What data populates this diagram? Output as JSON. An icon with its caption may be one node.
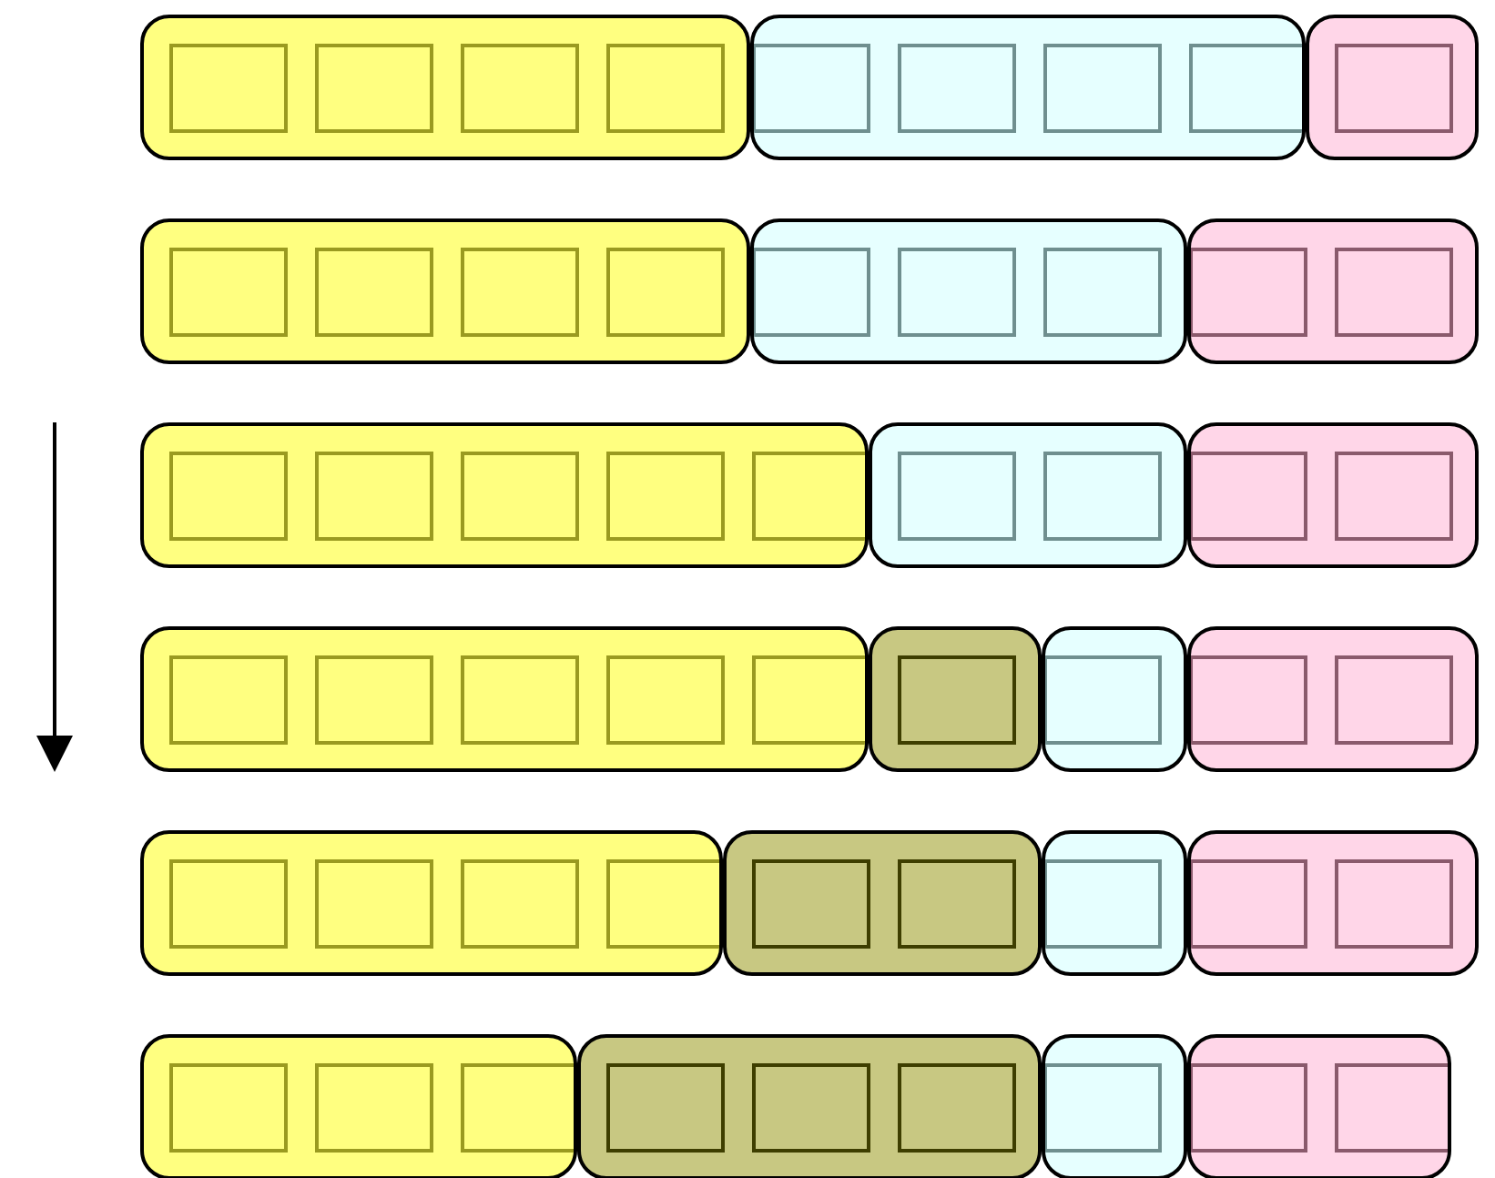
{
  "diagram": {
    "nodes": [
      {
        "text": [],
        "shape": "bar"
      },
      {
        "text": [],
        "shape": "box",
        "in": 0
      },
      {
        "text": [],
        "shape": "box",
        "in": 0
      },
      {
        "text": [],
        "shape": "box",
        "in": 0
      },
      {
        "text": [],
        "shape": "box",
        "in": 0
      },
      {
        "text": [],
        "shape": "bar"
      },
      {
        "text": [],
        "shape": "box",
        "in": 5
      },
      {
        "text": [],
        "shape": "box",
        "in": 5
      },
      {
        "text": [],
        "shape": "box",
        "in": 5
      },
      {
        "text": [],
        "shape": "box",
        "in": 5
      },
      {
        "text": [],
        "shape": "bar"
      },
      {
        "text": [],
        "shape": "box",
        "in": 10
      },
      {
        "text": [],
        "shape": "bar"
      },
      {
        "text": [],
        "shape": "box",
        "in": 12
      },
      {
        "text": [],
        "shape": "box",
        "in": 12
      },
      {
        "text": [],
        "shape": "box",
        "in": 12
      },
      {
        "text": [],
        "shape": "box",
        "in": 12
      },
      {
        "text": [],
        "shape": "bar"
      },
      {
        "text": [],
        "shape": "box",
        "in": 17
      },
      {
        "text": [],
        "shape": "box",
        "in": 17
      },
      {
        "text": [],
        "shape": "box",
        "in": 17
      },
      {
        "text": [],
        "shape": "bar"
      },
      {
        "text": [],
        "shape": "box",
        "in": 21
      },
      {
        "text": [],
        "shape": "box",
        "in": 21
      },
      {
        "text": [],
        "shape": "bar"
      },
      {
        "text": [],
        "shape": "box",
        "in": 24
      },
      {
        "text": [],
        "shape": "box",
        "in": 24
      },
      {
        "text": [],
        "shape": "box",
        "in": 24
      },
      {
        "text": [],
        "shape": "box",
        "in": 24
      },
      {
        "text": [],
        "shape": "box",
        "in": 24
      },
      {
        "text": [],
        "shape": "bar"
      },
      {
        "text": [],
        "shape": "box",
        "in": 30
      },
      {
        "text": [],
        "shape": "box",
        "in": 30
      },
      {
        "text": [],
        "shape": "bar"
      },
      {
        "text": [],
        "shape": "box",
        "in": 33
      },
      {
        "text": [],
        "shape": "box",
        "in": 33
      },
      {
        "text": [],
        "shape": "bar"
      },
      {
        "text": [],
        "shape": "box",
        "in": 36
      },
      {
        "text": [],
        "shape": "box",
        "in": 36
      },
      {
        "text": [],
        "shape": "box",
        "in": 36
      },
      {
        "text": [],
        "shape": "box",
        "in": 36
      },
      {
        "text": [],
        "shape": "box",
        "in": 36
      },
      {
        "text": [],
        "shape": "bar"
      },
      {
        "text": [],
        "shape": "box",
        "in": 42
      },
      {
        "text": [],
        "shape": "bar"
      },
      {
        "text": [],
        "shape": "box",
        "in": 44
      },
      {
        "text": [],
        "shape": "bar"
      },
      {
        "text": [],
        "shape": "box",
        "in": 46
      },
      {
        "text": [],
        "shape": "box",
        "in": 46
      },
      {
        "text": [],
        "shape": "bar"
      },
      {
        "text": [],
        "shape": "box",
        "in": 49
      },
      {
        "text": [],
        "shape": "box",
        "in": 49
      },
      {
        "text": [],
        "shape": "box",
        "in": 49
      },
      {
        "text": [],
        "shape": "box",
        "in": 49
      },
      {
        "text": [],
        "shape": "bar"
      },
      {
        "text": [],
        "shape": "box",
        "in": 54
      },
      {
        "text": [],
        "shape": "box",
        "in": 54
      },
      {
        "text": [],
        "shape": "bar"
      },
      {
        "text": [],
        "shape": "box",
        "in": 57
      },
      {
        "text": [],
        "shape": "bar"
      },
      {
        "text": [],
        "shape": "box",
        "in": 59
      },
      {
        "text": [],
        "shape": "box",
        "in": 59
      },
      {
        "text": [],
        "shape": "bar"
      },
      {
        "text": [],
        "shape": "box",
        "in": 62
      },
      {
        "text": [],
        "shape": "box",
        "in": 62
      },
      {
        "text": [],
        "shape": "box",
        "in": 62
      },
      {
        "text": [],
        "shape": "bar"
      },
      {
        "text": [],
        "shape": "box",
        "in": 66
      },
      {
        "text": [],
        "shape": "box",
        "in": 66
      },
      {
        "text": [],
        "shape": "box",
        "in": 66
      },
      {
        "text": [],
        "shape": "bar"
      },
      {
        "text": [],
        "shape": "box",
        "in": 70
      },
      {
        "text": [],
        "shape": "bar"
      },
      {
        "text": [],
        "shape": "box",
        "in": 72
      },
      {
        "text": [],
        "shape": "box",
        "in": 72
      }
    ]
  }
}
